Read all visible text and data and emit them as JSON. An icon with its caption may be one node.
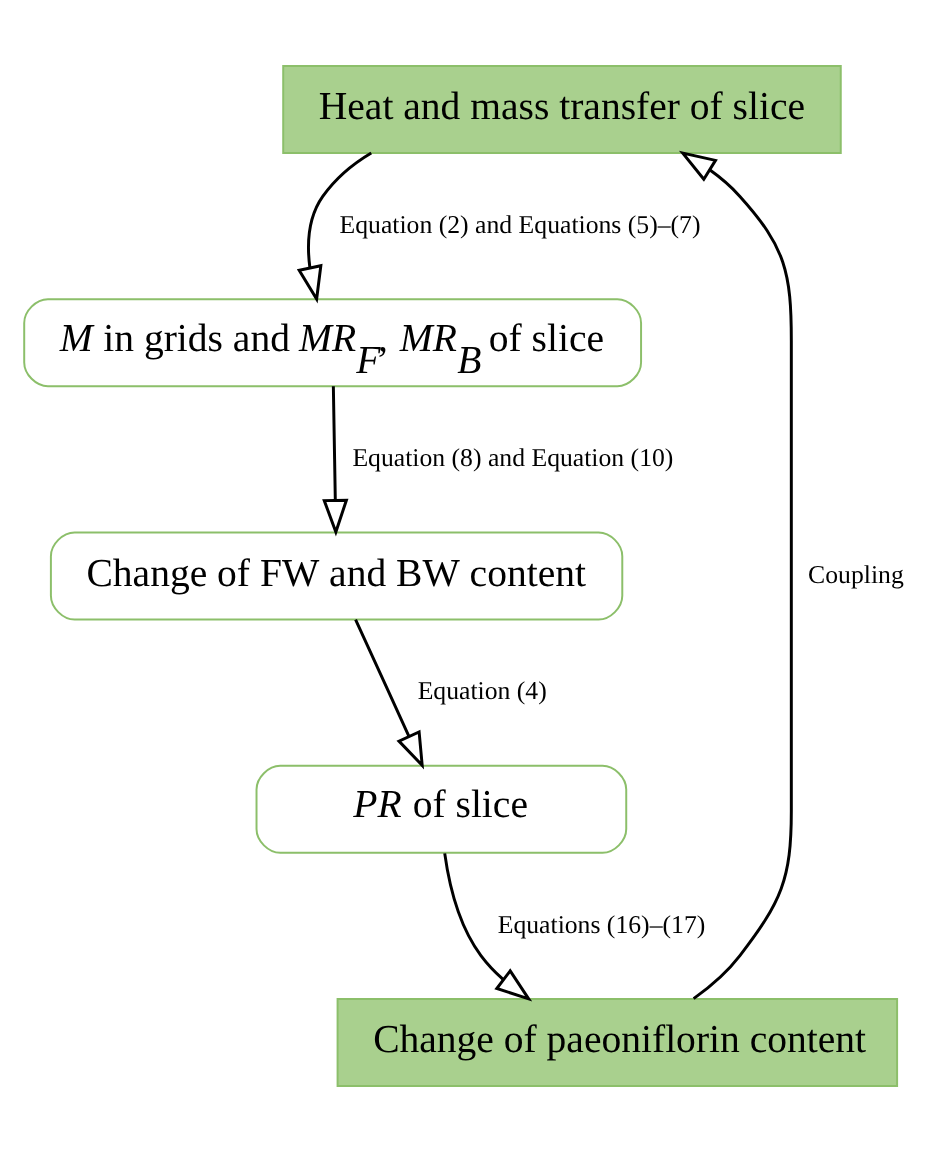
{
  "diagram": {
    "nodes": [
      {
        "text": [
          "Heat and mass transfer of slice"
        ]
      },
      {
        "text": [
          "*M* in grids and *MR*$_{F}$, *MR*$_{B}$ of slice"
        ]
      },
      {
        "text": [
          "Change of FW and BW content"
        ]
      },
      {
        "text": [
          "*PR* of slice"
        ]
      },
      {
        "text": [
          "Change of paeoniflorin content"
        ]
      }
    ],
    "edges": [
      {
        "from": 0,
        "to": 1,
        "arrow": "to",
        "label": "Equation (2) and Equations (5)–(7)"
      },
      {
        "from": 1,
        "to": 2,
        "arrow": "to",
        "label": "Equation (8) and Equation (10)"
      },
      {
        "from": 2,
        "to": 3,
        "arrow": "to",
        "label": "Equation (4)"
      },
      {
        "from": 3,
        "to": 4,
        "arrow": "to",
        "label": "Equations (16)–(17)"
      },
      {
        "from": 4,
        "to": 0,
        "arrow": "to",
        "label": "Coupling"
      }
    ]
  }
}
